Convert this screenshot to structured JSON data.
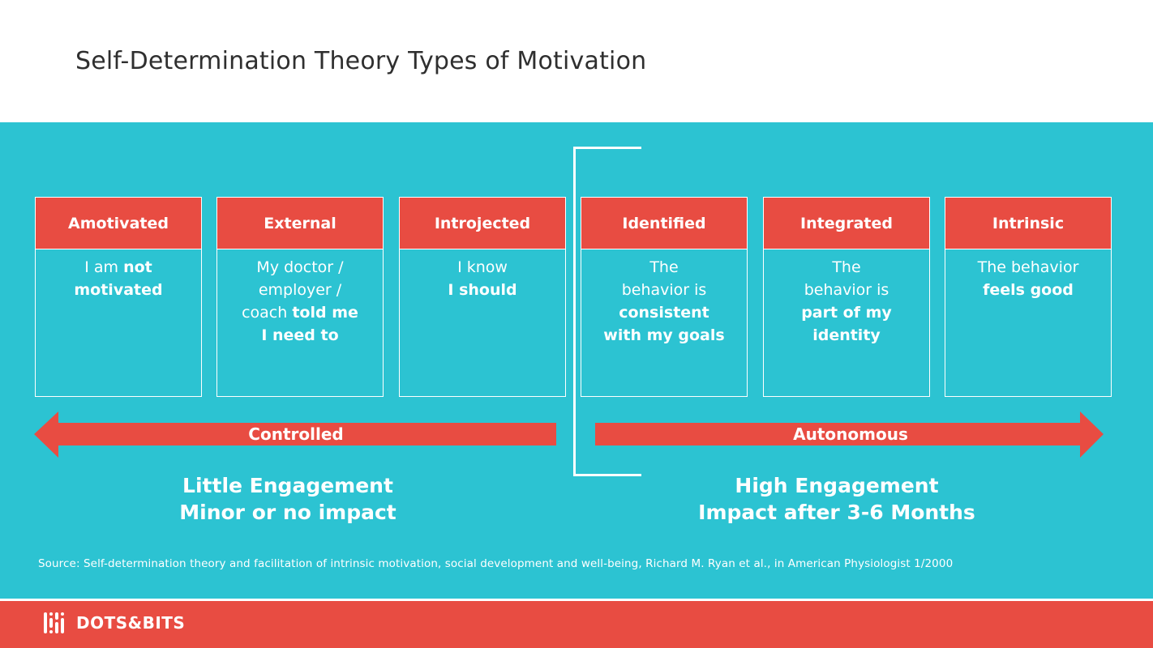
{
  "title": "Self-Determination Theory Types of Motivation",
  "cards": [
    {
      "heading": "Amotivated",
      "lines": [
        [
          {
            "t": "I am ",
            "b": false
          },
          {
            "t": "not",
            "b": true
          }
        ],
        [
          {
            "t": "motivated",
            "b": true
          }
        ]
      ]
    },
    {
      "heading": "External",
      "lines": [
        [
          {
            "t": "My doctor /",
            "b": false
          }
        ],
        [
          {
            "t": "employer /",
            "b": false
          }
        ],
        [
          {
            "t": "coach ",
            "b": false
          },
          {
            "t": "told me",
            "b": true
          }
        ],
        [
          {
            "t": "I need to",
            "b": true
          }
        ]
      ]
    },
    {
      "heading": "Introjected",
      "lines": [
        [
          {
            "t": "I know",
            "b": false
          }
        ],
        [
          {
            "t": "I should",
            "b": true
          }
        ]
      ]
    },
    {
      "heading": "Identified",
      "lines": [
        [
          {
            "t": "The",
            "b": false
          }
        ],
        [
          {
            "t": "behavior is",
            "b": false
          }
        ],
        [
          {
            "t": "consistent",
            "b": true
          }
        ],
        [
          {
            "t": "with my goals",
            "b": true
          }
        ]
      ]
    },
    {
      "heading": "Integrated",
      "lines": [
        [
          {
            "t": "The",
            "b": false
          }
        ],
        [
          {
            "t": "behavior is",
            "b": false
          }
        ],
        [
          {
            "t": "part of my",
            "b": true
          }
        ],
        [
          {
            "t": "identity",
            "b": true
          }
        ]
      ]
    },
    {
      "heading": "Intrinsic",
      "lines": [
        [
          {
            "t": "The behavior",
            "b": false
          }
        ],
        [
          {
            "t": "feels good",
            "b": true
          }
        ]
      ]
    }
  ],
  "arrows": {
    "controlled": "Controlled",
    "autonomous": "Autonomous"
  },
  "engagement": {
    "left_line1": "Little Engagement",
    "left_line2": "Minor or no impact",
    "right_line1": "High Engagement",
    "right_line2": "Impact after 3-6 Months"
  },
  "source": "Source: Self-determination theory and facilitation of intrinsic motivation, social development and well-being, Richard M. Ryan et al., in American Physiologist 1/2000",
  "footer": {
    "logo_text": "DOTS&BITS"
  },
  "colors": {
    "teal": "#2cc3d2",
    "red": "#e84c42",
    "white": "#ffffff"
  }
}
